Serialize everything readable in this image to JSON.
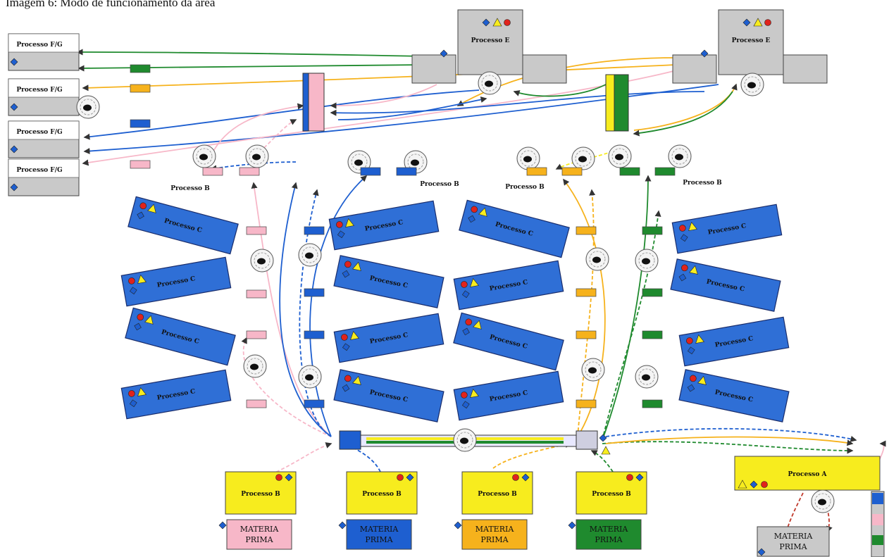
{
  "caption": "Imagem 6: Modo de funcionamento da área",
  "palette": {
    "pink": "#f7b7c8",
    "blue": "#1e5fd0",
    "orange": "#f6b21c",
    "green": "#1f8a2e",
    "yellow": "#f7ec1e",
    "gray": "#c9c9c9",
    "process_c": "#2f6fd6"
  },
  "labels": {
    "process_fg": "Processo F/G",
    "process_e": "Processo E",
    "process_b": "Processo B",
    "process_c": "Processo C",
    "process_a": "Processo A",
    "materia_line1": "MATERIA",
    "materia_line2": "PRIMA"
  },
  "materia_prima": [
    {
      "color": "pink"
    },
    {
      "color": "blue"
    },
    {
      "color": "orange"
    },
    {
      "color": "green"
    },
    {
      "color": "gray"
    }
  ]
}
